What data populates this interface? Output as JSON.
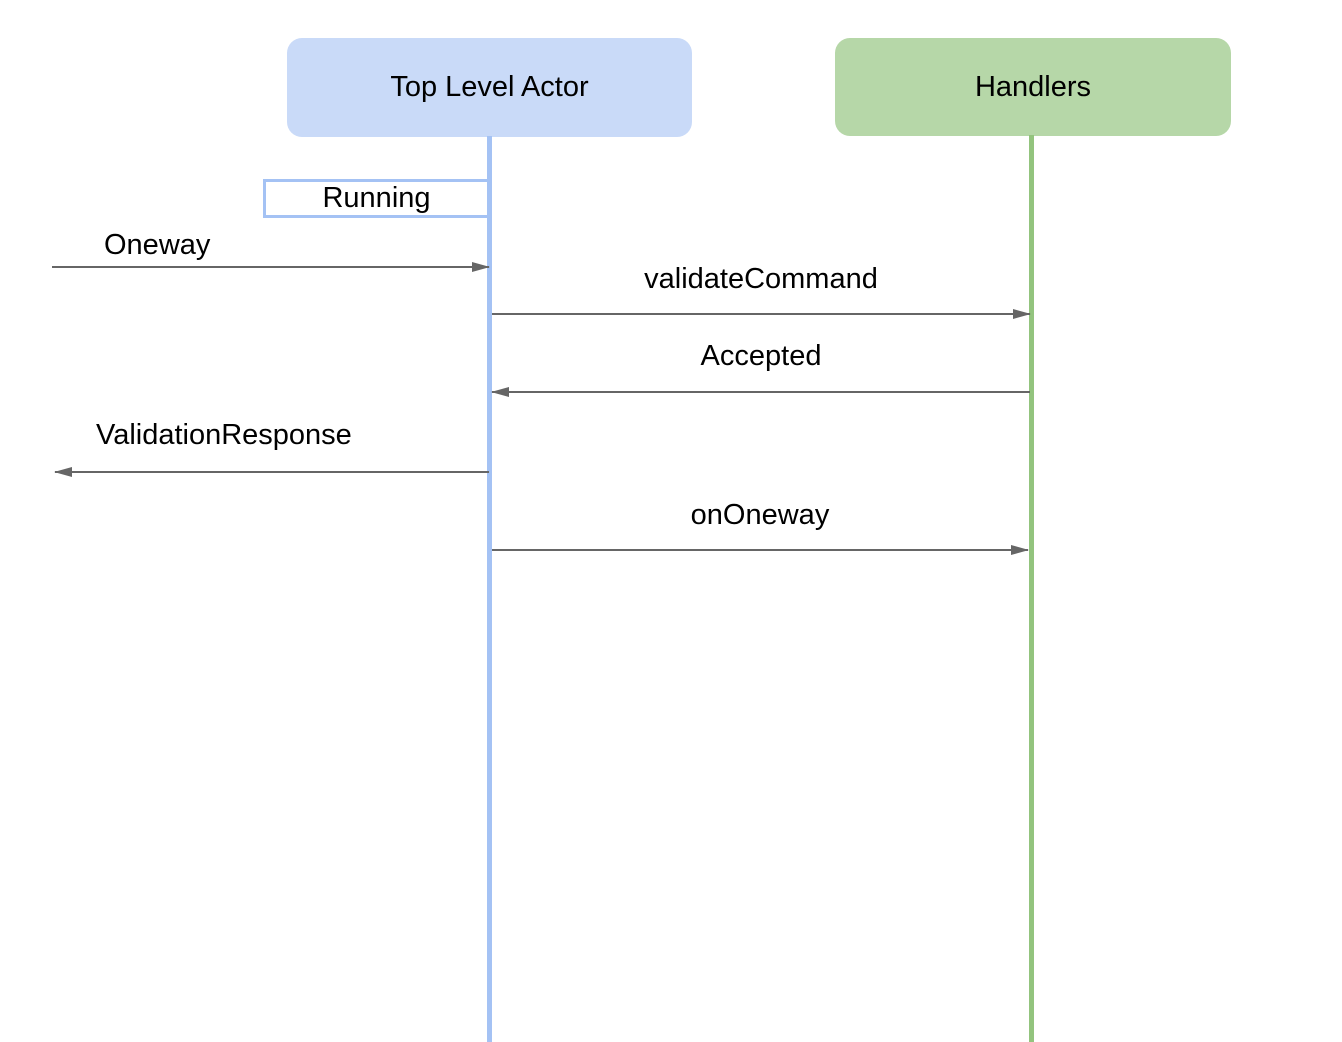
{
  "diagram": {
    "type": "sequence",
    "colors": {
      "actor1_fill": "#c9daf8",
      "actor1_lifeline": "#a4c2f4",
      "actor2_fill": "#b6d7a8",
      "actor2_lifeline": "#93c47e",
      "activation_fill": "#ffffff",
      "activation_border": "#a4c2f4",
      "arrow": "#666666",
      "text": "#000000"
    },
    "actors": [
      {
        "name": "Top Level Actor"
      },
      {
        "name": "Handlers"
      }
    ],
    "activation_label": "Running",
    "messages": [
      {
        "label": "Oneway",
        "from": "external",
        "to": "Top Level Actor"
      },
      {
        "label": "validateCommand",
        "from": "Top Level Actor",
        "to": "Handlers"
      },
      {
        "label": "Accepted",
        "from": "Handlers",
        "to": "Top Level Actor"
      },
      {
        "label": "ValidationResponse",
        "from": "Top Level Actor",
        "to": "external"
      },
      {
        "label": "onOneway",
        "from": "Top Level Actor",
        "to": "Handlers"
      }
    ]
  }
}
